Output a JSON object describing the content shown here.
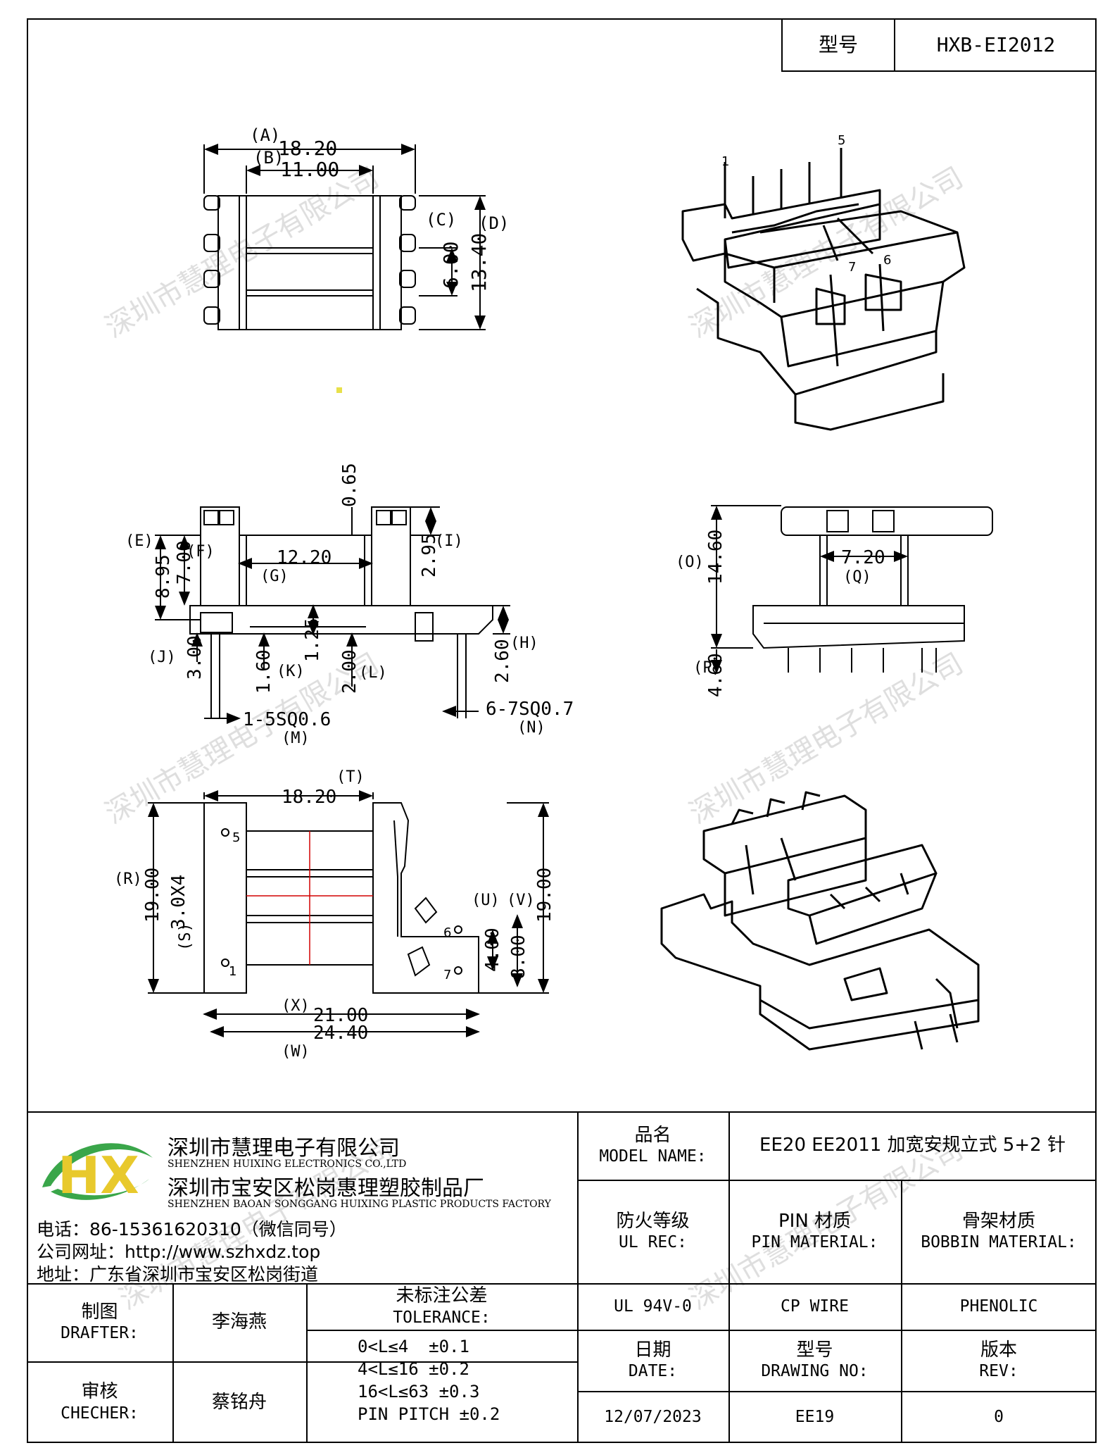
{
  "model_box": {
    "label": "型号",
    "value": "HXB-EI2012"
  },
  "watermark": "深圳市慧理电子有限公司",
  "dims": {
    "view1": {
      "a_label": "(A)",
      "a_val": "18.20",
      "b_label": "(B)",
      "b_val": "11.00",
      "c_label": "(C)",
      "c_val": "6.00",
      "d_label": "(D)",
      "d_val": "13.40"
    },
    "view3d_pins": {
      "p1": "1",
      "p5": "5",
      "p6": "6",
      "p7": "7"
    },
    "view2": {
      "e_label": "(E)",
      "e_val": "8.95",
      "f_label": "(F)",
      "f_val": "7.00",
      "g_label": "(G)",
      "g_val": "12.20",
      "top_val": "0.65",
      "i_label": "(I)",
      "i_val": "2.95",
      "j_label": "(J)",
      "j_val": "3.00",
      "k_label": "(K)",
      "k_val": "1.60",
      "mid_val": "1.25",
      "l_label": "(L)",
      "l_val": "2.00",
      "h_label": "(H)",
      "h_val": "2.60",
      "m_text": "1-5SQ0.6",
      "m_label": "(M)",
      "n_text": "6-7SQ0.7",
      "n_label": "(N)"
    },
    "view4": {
      "o_label": "(O)",
      "o_val": "14.60",
      "q_val": "7.20",
      "q_label": "(Q)",
      "p_label": "(P)",
      "p_val": "4.60"
    },
    "view5": {
      "t_val": "18.20",
      "t_label": "(T)",
      "r_label": "(R)",
      "r_val": "19.00",
      "s_label": "(S)",
      "s_val": "3.0X4",
      "u_label": "(U)",
      "v_label": "(V)",
      "u_val": "4.00",
      "v_val": "8.00",
      "right_val": "19.00",
      "x_label": "(X)",
      "x_val": "21.00",
      "w_label": "(W)",
      "w_val": "24.40",
      "pin1": "1",
      "pin5": "5",
      "pin6": "6",
      "pin7": "7"
    }
  },
  "company": {
    "name1": "深圳市慧理电子有限公司",
    "name1_en": "SHENZHEN HUIXING ELECTRONICS CO.,LTD",
    "name2": "深圳市宝安区松岗惠理塑胶制品厂",
    "name2_en": "SHENZHEN BAOAN SONGGANG HUIXING PLASTIC PRODUCTS FACTORY",
    "phone": "电话：86-15361620310（微信同号）",
    "website": "公司网址：http://www.szhxdz.top",
    "address": "地址：广东省深圳市宝安区松岗街道",
    "logo_letters": "HX"
  },
  "table": {
    "product_name_cn": "品名",
    "product_name_en": "MODEL NAME:",
    "product_name_value": "EE20 EE2011 加宽安规立式 5+2 针",
    "fire_cn": "防火等级",
    "fire_en": "UL REC:",
    "pin_cn": "PIN 材质",
    "pin_en": "PIN MATERIAL:",
    "bobbin_cn": "骨架材质",
    "bobbin_en": "BOBBIN MATERIAL:",
    "fire_value": "UL 94V-0",
    "pin_value": "CP WIRE",
    "bobbin_value": "PHENOLIC",
    "drafter_cn": "制图",
    "drafter_en": "DRAFTER:",
    "drafter_value": "李海燕",
    "checker_cn": "审核",
    "checker_en": "CHECHER:",
    "checker_value": "蔡铭舟",
    "tolerance_cn": "未标注公差",
    "tolerance_en": "TOLERANCE:",
    "tolerance_lines": [
      "0<L≤4  ±0.1",
      "4<L≤16 ±0.2",
      "16<L≤63 ±0.3",
      "PIN PITCH ±0.2"
    ],
    "date_cn": "日期",
    "date_en": "DATE:",
    "date_value": "12/07/2023",
    "drawing_cn": "型号",
    "drawing_en": "DRAWING NO:",
    "drawing_value": "EE19",
    "rev_cn": "版本",
    "rev_en": "REV:",
    "rev_value": "0"
  }
}
